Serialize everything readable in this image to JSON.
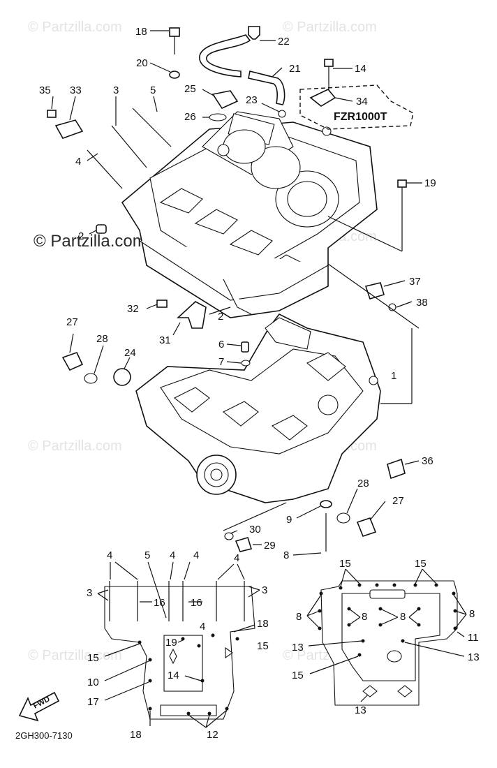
{
  "watermark": {
    "text": "© Partzilla.com",
    "prominent_text": "© Partzilla.com"
  },
  "model_label": "FZR1000T",
  "diagram_code": "2GH300-7130",
  "front_marker": "FWD",
  "callouts": [
    {
      "id": "c1",
      "text": "1"
    },
    {
      "id": "c2a",
      "text": "2"
    },
    {
      "id": "c2b",
      "text": "2"
    },
    {
      "id": "c3",
      "text": "3"
    },
    {
      "id": "c4",
      "text": "4"
    },
    {
      "id": "c5",
      "text": "5"
    },
    {
      "id": "c6",
      "text": "6"
    },
    {
      "id": "c7",
      "text": "7"
    },
    {
      "id": "c8",
      "text": "8"
    },
    {
      "id": "c9",
      "text": "9"
    },
    {
      "id": "c14",
      "text": "14"
    },
    {
      "id": "c18",
      "text": "18"
    },
    {
      "id": "c19",
      "text": "19"
    },
    {
      "id": "c20",
      "text": "20"
    },
    {
      "id": "c21",
      "text": "21"
    },
    {
      "id": "c22",
      "text": "22"
    },
    {
      "id": "c23",
      "text": "23"
    },
    {
      "id": "c24",
      "text": "24"
    },
    {
      "id": "c25",
      "text": "25"
    },
    {
      "id": "c26",
      "text": "26"
    },
    {
      "id": "c27a",
      "text": "27"
    },
    {
      "id": "c27b",
      "text": "27"
    },
    {
      "id": "c28a",
      "text": "28"
    },
    {
      "id": "c28b",
      "text": "28"
    },
    {
      "id": "c29",
      "text": "29"
    },
    {
      "id": "c30",
      "text": "30"
    },
    {
      "id": "c31",
      "text": "31"
    },
    {
      "id": "c32",
      "text": "32"
    },
    {
      "id": "c33",
      "text": "33"
    },
    {
      "id": "c34",
      "text": "34"
    },
    {
      "id": "c35",
      "text": "35"
    },
    {
      "id": "c36",
      "text": "36"
    },
    {
      "id": "c37",
      "text": "37"
    },
    {
      "id": "c38",
      "text": "38"
    }
  ],
  "bolt_pattern_left": [
    {
      "id": "l4a",
      "text": "4"
    },
    {
      "id": "l5",
      "text": "5"
    },
    {
      "id": "l4b",
      "text": "4"
    },
    {
      "id": "l4c",
      "text": "4"
    },
    {
      "id": "l4d",
      "text": "4"
    },
    {
      "id": "l3a",
      "text": "3"
    },
    {
      "id": "l3b",
      "text": "3"
    },
    {
      "id": "l16a",
      "text": "16"
    },
    {
      "id": "l16b",
      "text": "16"
    },
    {
      "id": "l4e",
      "text": "4"
    },
    {
      "id": "l18",
      "text": "18"
    },
    {
      "id": "l19",
      "text": "19"
    },
    {
      "id": "l15a",
      "text": "15"
    },
    {
      "id": "l15b",
      "text": "15"
    },
    {
      "id": "l10",
      "text": "10"
    },
    {
      "id": "l14",
      "text": "14"
    },
    {
      "id": "l17",
      "text": "17"
    },
    {
      "id": "l18b",
      "text": "18"
    },
    {
      "id": "l12",
      "text": "12"
    }
  ],
  "bolt_pattern_right": [
    {
      "id": "r15a",
      "text": "15"
    },
    {
      "id": "r15b",
      "text": "15"
    },
    {
      "id": "r8a",
      "text": "8"
    },
    {
      "id": "r8b",
      "text": "8"
    },
    {
      "id": "r8c",
      "text": "8"
    },
    {
      "id": "r8d",
      "text": "8"
    },
    {
      "id": "r11",
      "text": "11"
    },
    {
      "id": "r13a",
      "text": "13"
    },
    {
      "id": "r13b",
      "text": "13"
    },
    {
      "id": "r15c",
      "text": "15"
    },
    {
      "id": "r13c",
      "text": "13"
    }
  ]
}
